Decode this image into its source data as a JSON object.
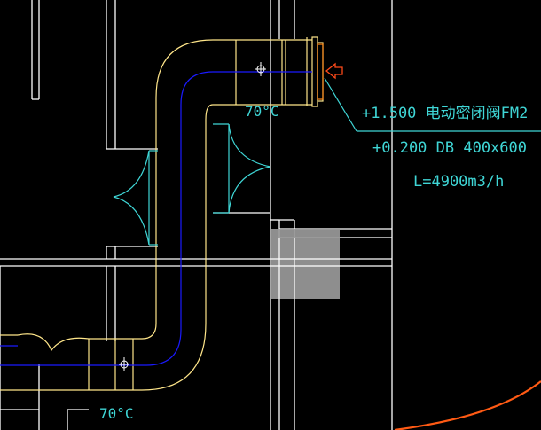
{
  "drawing": {
    "annotation": {
      "line1": "+1.500 电动密闭阀FM2",
      "line2": "+0.200 DB 400x600",
      "line3": "L=4900m3/h"
    },
    "temp_label_top": "70°C",
    "temp_label_bottom": "70°C",
    "colors": {
      "background": "#000000",
      "walls": "#ffffff",
      "duct": "#ffe68a",
      "centerline": "#1a1aff",
      "annotation": "#3fd6d6",
      "valve_blades": "#3fd6d6",
      "arrow": "#ff4a1a",
      "selection": "#9a9a9a",
      "curve": "#ff5a14"
    }
  }
}
